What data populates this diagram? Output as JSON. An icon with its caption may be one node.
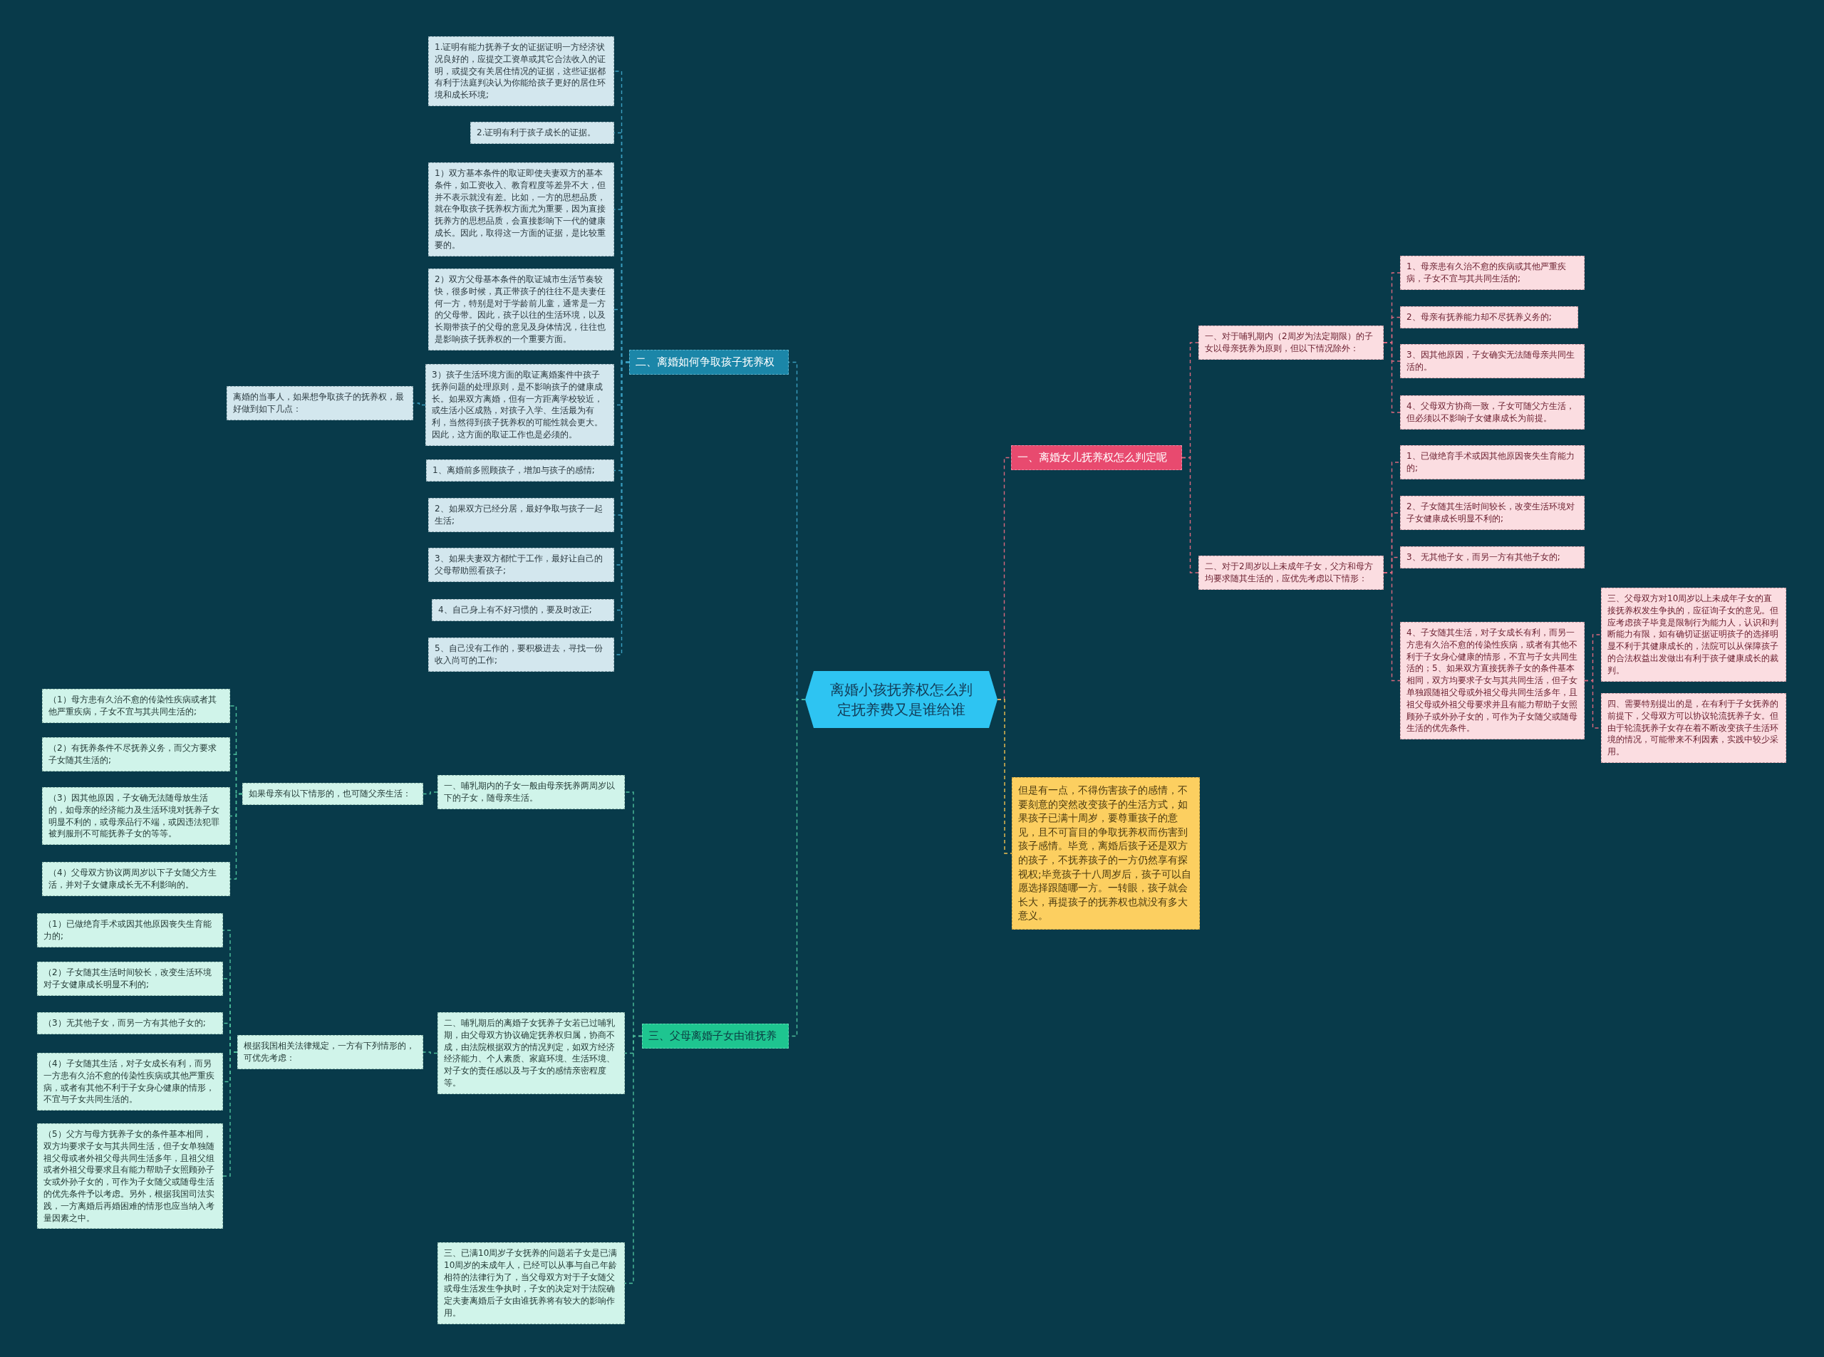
{
  "diagram": {
    "nodes": [
      {
        "text": [
          "离婚小孩抚养权怎么判定抚养费又是谁给谁"
        ]
      },
      {
        "text": [
          "二、离婚如何争取孩子抚养权"
        ]
      },
      {
        "text": [
          "1.证明有能力抚养子女的证据证明一方经济状况良好的，应提交工资单或其它合法收入的证明，或提交有关居住情况的证据，这些证据都有利于法庭判决认为你能给孩子更好的居住环境和成长环境;"
        ]
      },
      {
        "text": [
          "2.证明有利于孩子成长的证据。"
        ]
      },
      {
        "text": [
          "1）双方基本条件的取证即使夫妻双方的基本条件，如工资收入、教育程度等差异不大，但并不表示就没有差。比如，一方的思想品质，就在争取孩子抚养权方面尤为重要，因为直接抚养方的思想品质，会直接影响下一代的健康成长。因此，取得这一方面的证据，是比较重要的。"
        ]
      },
      {
        "text": [
          "2）双方父母基本条件的取证城市生活节奏较快，很多时候，真正带孩子的往往不是夫妻任何一方，特别是对于学龄前儿童，通常是一方的父母带。因此，孩子以往的生活环境，以及长期带孩子的父母的意见及身体情况，往往也是影响孩子抚养权的一个重要方面。"
        ]
      },
      {
        "text": [
          "3）孩子生活环境方面的取证离婚案件中孩子抚养问题的处理原则，是不影响孩子的健康成长。如果双方离婚，但有一方距离学校较近，或生活小区成熟，对孩子入学、生活最为有利，当然得到孩子抚养权的可能性就会更大。因此，这方面的取证工作也是必须的。"
        ]
      },
      {
        "text": [
          "离婚的当事人，如果想争取孩子的抚养权，最好做到如下几点："
        ]
      },
      {
        "text": [
          "1、离婚前多照顾孩子，增加与孩子的感情;"
        ]
      },
      {
        "text": [
          "2、如果双方已经分居，最好争取与孩子一起生活;"
        ]
      },
      {
        "text": [
          "3、如果夫妻双方都忙于工作，最好让自己的父母帮助照看孩子;"
        ]
      },
      {
        "text": [
          "4、自己身上有不好习惯的，要及时改正;"
        ]
      },
      {
        "text": [
          "5、自己没有工作的，要积极进去，寻找一份收入尚可的工作;"
        ]
      },
      {
        "text": [
          "三、父母离婚子女由谁抚养"
        ]
      },
      {
        "text": [
          "一、哺乳期内的子女一般由母亲抚养两周岁以下的子女，随母亲生活。"
        ]
      },
      {
        "text": [
          "如果母亲有以下情形的，也可随父亲生活："
        ]
      },
      {
        "text": [
          "（1）母方患有久治不愈的传染性疾病或者其他严重疾病，子女不宜与其共同生活的;"
        ]
      },
      {
        "text": [
          "（2）有抚养条件不尽抚养义务，而父方要求子女随其生活的;"
        ]
      },
      {
        "text": [
          "（3）因其他原因，子女确无法随母放生活的，如母亲的经济能力及生活环境对抚养子女明显不利的，或母亲品行不端，或因违法犯罪被判服刑不可能抚养子女的等等。"
        ]
      },
      {
        "text": [
          "（4）父母双方协议两周岁以下子女随父方生活，并对子女健康成长无不利影响的。"
        ]
      },
      {
        "text": [
          "二、哺乳期后的离婚子女抚养子女若已过哺乳期，由父母双方协议确定抚养权归属，协商不成，由法院根据双方的情况判定，如双方经济经济能力、个人素质、家庭环境、生活环境、对子女的责任感以及与子女的感情亲密程度等。"
        ]
      },
      {
        "text": [
          "根据我国相关法律规定，一方有下列情形的，可优先考虑："
        ]
      },
      {
        "text": [
          "（1）已做绝育手术或因其他原因丧失生育能力的;"
        ]
      },
      {
        "text": [
          "（2）子女随其生活时间较长，改变生活环境对子女健康成长明显不利的;"
        ]
      },
      {
        "text": [
          "（3）无其他子女，而另一方有其他子女的;"
        ]
      },
      {
        "text": [
          "（4）子女随其生活，对子女成长有利，而另一方患有久治不愈的传染性疾病或其他严重疾病，或者有其他不利于子女身心健康的情形，不宜与子女共同生活的。"
        ]
      },
      {
        "text": [
          "（5）父方与母方抚养子女的条件基本相同，双方均要求子女与其共同生活，但子女单独随祖父母或者外祖父母共同生活多年，且祖父组或者外祖父母要求且有能力帮助子女照顾孙子女或外孙子女的，可作为子女随父或随母生活的优先条件予以考虑。另外，根据我国司法实践，一方离婚后再婚困难的情形也应当纳入考量因素之中。"
        ]
      },
      {
        "text": [
          "三、已满10周岁子女抚养的问题若子女是已满10周岁的未成年人，已经可以从事与自己年龄相符的法律行为了，当父母双方对于子女随父或母生活发生争执时，子女的决定对于法院确定夫妻离婚后子女由谁抚养将有较大的影响作用。"
        ]
      },
      {
        "text": [
          "一、离婚女儿抚养权怎么判定呢"
        ]
      },
      {
        "text": [
          "一、对于哺乳期内（2周岁为法定期限）的子女以母亲抚养为原则，但以下情况除外："
        ]
      },
      {
        "text": [
          "1、母亲患有久治不愈的疾病或其他严重疾病，子女不宜与其共同生活的;"
        ]
      },
      {
        "text": [
          "2、母亲有抚养能力却不尽抚养义务的;"
        ]
      },
      {
        "text": [
          "3、因其他原因，子女确实无法随母亲共同生活的。"
        ]
      },
      {
        "text": [
          "4、父母双方协商一致，子女可随父方生活，但必须以不影响子女健康成长为前提。"
        ]
      },
      {
        "text": [
          "二、对于2周岁以上未成年子女，父方和母方均要求随其生活的，应优先考虑以下情形："
        ]
      },
      {
        "text": [
          "1、已做绝育手术或因其他原因丧失生育能力的;"
        ]
      },
      {
        "text": [
          "2、子女随其生活时间较长，改变生活环境对子女健康成长明显不利的;"
        ]
      },
      {
        "text": [
          "3、无其他子女，而另一方有其他子女的;"
        ]
      },
      {
        "text": [
          "4、子女随其生活，对子女成长有利，而另一方患有久治不愈的传染性疾病，或者有其他不利于子女身心健康的情形，不宜与子女共同生活的；5、如果双方直接抚养子女的条件基本相同，双方均要求子女与其共同生活，但子女单独跟随祖父母或外祖父母共同生活多年，且祖父母或外祖父母要求并且有能力帮助子女照顾孙子或外孙子女的，可作为子女随父或随母生活的优先条件。"
        ]
      },
      {
        "text": [
          "三、父母双方对10周岁以上未成年子女的直接抚养权发生争执的，应征询子女的意见。但应考虑孩子毕竟是限制行为能力人，认识和判断能力有限，如有确切证据证明孩子的选择明显不利于其健康成长的，法院可以从保障孩子的合法权益出发做出有利于孩子健康成长的裁判。"
        ]
      },
      {
        "text": [
          "四、需要特别提出的是，在有利于子女抚养的前提下，父母双方可以协议轮流抚养子女。但由于轮流抚养子女存在着不断改变孩子生活环境的情况，可能带来不利因素，实践中较少采用。"
        ]
      },
      {
        "text": [
          "但是有一点，不得伤害孩子的感情，不要刻意的突然改变孩子的生活方式，如果孩子已满十周岁，要尊重孩子的意见，且不可盲目的争取抚养权而伤害到孩子感情。毕竟，离婚后孩子还是双方的孩子，不抚养孩子的一方仍然享有探视权;毕竟孩子十八周岁后，孩子可以自愿选择跟随哪一方。一转眼，孩子就会长大，再提孩子的抚养权也就没有多大意义。"
        ]
      }
    ],
    "edges": [
      {
        "from": 0,
        "to": 1,
        "arrow": "none",
        "color": "#3a9ec0"
      },
      {
        "from": 1,
        "to": 2,
        "arrow": "none",
        "color": "#3a9ec0"
      },
      {
        "from": 1,
        "to": 3,
        "arrow": "none",
        "color": "#3a9ec0"
      },
      {
        "from": 1,
        "to": 4,
        "arrow": "none",
        "color": "#3a9ec0"
      },
      {
        "from": 1,
        "to": 5,
        "arrow": "none",
        "color": "#3a9ec0"
      },
      {
        "from": 1,
        "to": 6,
        "arrow": "none",
        "color": "#3a9ec0"
      },
      {
        "from": 6,
        "to": 7,
        "arrow": "none",
        "color": "#3a9ec0"
      },
      {
        "from": 1,
        "to": 8,
        "arrow": "none",
        "color": "#3a9ec0"
      },
      {
        "from": 1,
        "to": 9,
        "arrow": "none",
        "color": "#3a9ec0"
      },
      {
        "from": 1,
        "to": 10,
        "arrow": "none",
        "color": "#3a9ec0"
      },
      {
        "from": 1,
        "to": 11,
        "arrow": "none",
        "color": "#3a9ec0"
      },
      {
        "from": 1,
        "to": 12,
        "arrow": "none",
        "color": "#3a9ec0"
      },
      {
        "from": 0,
        "to": 13,
        "arrow": "none"
      },
      {
        "from": 13,
        "to": 14,
        "arrow": "none"
      },
      {
        "from": 14,
        "to": 15,
        "arrow": "none"
      },
      {
        "from": 15,
        "to": 16,
        "arrow": "none"
      },
      {
        "from": 15,
        "to": 17,
        "arrow": "none"
      },
      {
        "from": 15,
        "to": 18,
        "arrow": "none"
      },
      {
        "from": 15,
        "to": 19,
        "arrow": "none"
      },
      {
        "from": 13,
        "to": 20,
        "arrow": "none"
      },
      {
        "from": 20,
        "to": 21,
        "arrow": "none"
      },
      {
        "from": 21,
        "to": 22,
        "arrow": "none"
      },
      {
        "from": 21,
        "to": 23,
        "arrow": "none"
      },
      {
        "from": 21,
        "to": 24,
        "arrow": "none"
      },
      {
        "from": 21,
        "to": 25,
        "arrow": "none"
      },
      {
        "from": 21,
        "to": 26,
        "arrow": "none"
      },
      {
        "from": 13,
        "to": 27,
        "arrow": "none"
      },
      {
        "from": 0,
        "to": 28,
        "arrow": "none",
        "color": "#d9687e"
      },
      {
        "from": 28,
        "to": 29,
        "arrow": "none",
        "color": "#d9687e"
      },
      {
        "from": 29,
        "to": 30,
        "arrow": "none",
        "color": "#d9687e"
      },
      {
        "from": 29,
        "to": 31,
        "arrow": "none",
        "color": "#d9687e"
      },
      {
        "from": 29,
        "to": 32,
        "arrow": "none",
        "color": "#d9687e"
      },
      {
        "from": 29,
        "to": 33,
        "arrow": "none",
        "color": "#d9687e"
      },
      {
        "from": 28,
        "to": 34,
        "arrow": "none",
        "color": "#d9687e"
      },
      {
        "from": 34,
        "to": 35,
        "arrow": "none",
        "color": "#d9687e"
      },
      {
        "from": 34,
        "to": 36,
        "arrow": "none",
        "color": "#d9687e"
      },
      {
        "from": 34,
        "to": 37,
        "arrow": "none",
        "color": "#d9687e"
      },
      {
        "from": 34,
        "to": 38,
        "arrow": "none",
        "color": "#d9687e"
      },
      {
        "from": 38,
        "to": 39,
        "arrow": "none",
        "color": "#d9687e"
      },
      {
        "from": 38,
        "to": 40,
        "arrow": "none",
        "color": "#d9687e"
      },
      {
        "from": 0,
        "to": 41,
        "arrow": "none",
        "color": "#f0c050"
      }
    ]
  }
}
